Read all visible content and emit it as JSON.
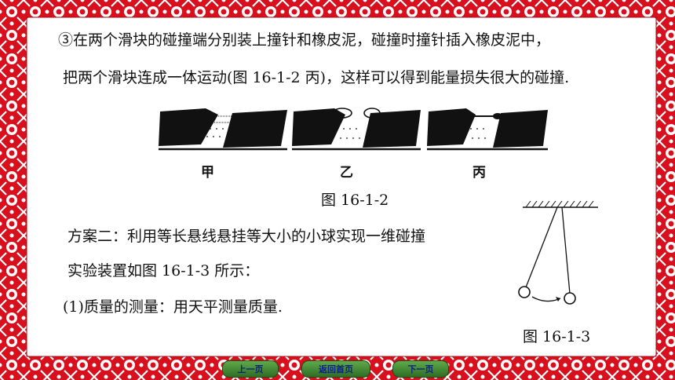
{
  "text": {
    "para1_line1": "③在两个滑块的碰撞端分别装上撞针和橡皮泥，碰撞时撞针插入橡皮泥中，",
    "para1_line2": "把两个滑块连成一体运动(图 16-1-2 丙)，这样可以得到能量损失很大的碰撞.",
    "fig_labels": [
      "甲",
      "乙",
      "丙"
    ],
    "fig1_caption": "图 16-1-2",
    "scheme2": "方案二：利用等长悬线悬挂等大小的小球实现一维碰撞",
    "apparatus": "实验装置如图 16-1-3 所示：",
    "mass": "(1)质量的测量：用天平测量质量.",
    "fig2_caption": "图 16-1-3"
  },
  "nav": {
    "prev": "上一页",
    "home": "返回首页",
    "next": "下一页"
  },
  "colors": {
    "border_red": "#d8101e",
    "nav_green": "#3f8a30",
    "nav_text": "#0b1f85"
  }
}
